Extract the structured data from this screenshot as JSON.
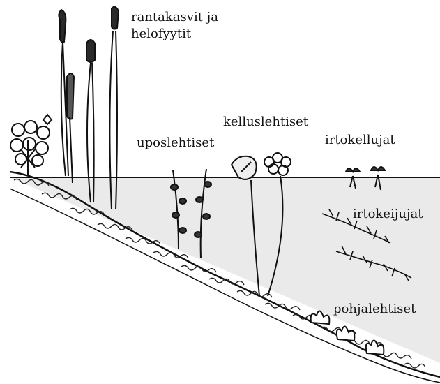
{
  "diagram": {
    "labels": {
      "shore_line1": "rantakasvit ja",
      "shore_line2": "helofyytit",
      "floating_leaved": "kelluslehtiset",
      "submerged": "uposlehtiset",
      "free_floating": "irtokellujat",
      "free_submerged": "irtokeijujat",
      "bottom_leaved": "pohjalehtiset"
    },
    "colors": {
      "ink": "#111111",
      "water": "#d6d6d6",
      "background": "#ffffff"
    }
  }
}
